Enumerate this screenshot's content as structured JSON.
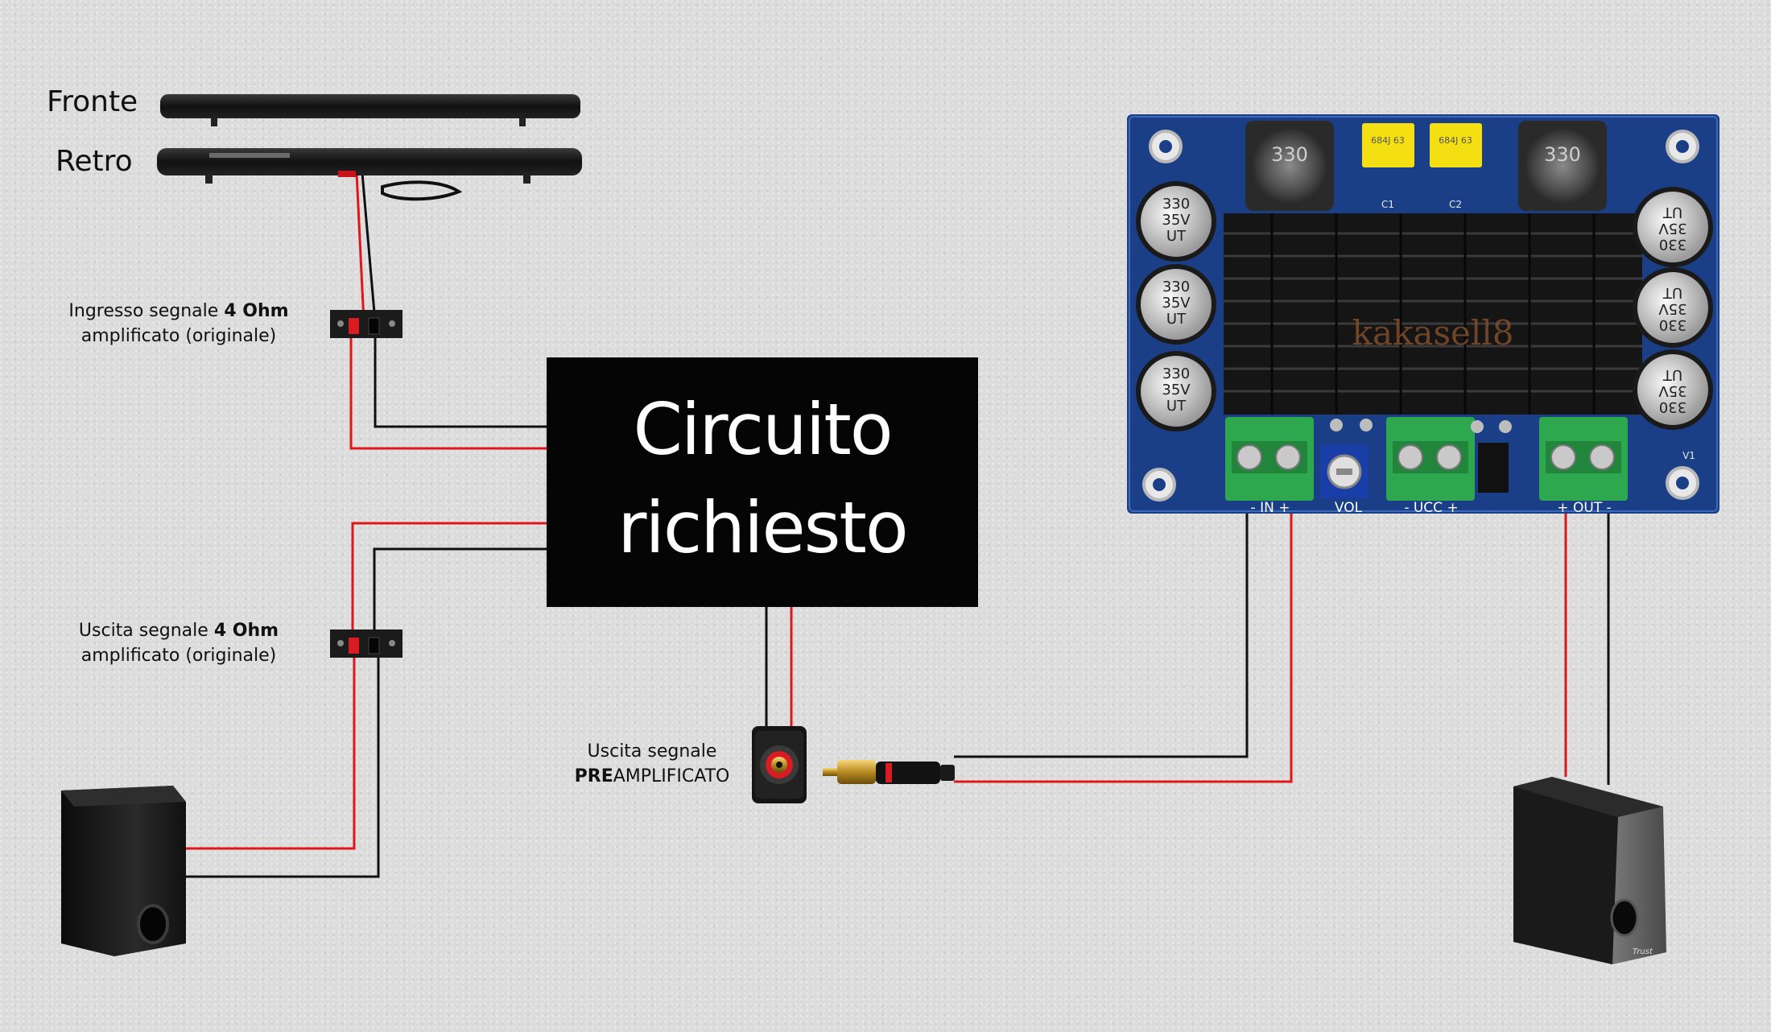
{
  "soundbar": {
    "front_label": "Fronte",
    "back_label": "Retro"
  },
  "input_terminal": {
    "line1_prefix": "Ingresso segnale ",
    "line1_bold": "4 Ohm",
    "line2": "amplificato (originale)"
  },
  "output_terminal": {
    "line1_prefix": "Uscita segnale ",
    "line1_bold": "4 Ohm",
    "line2": "amplificato (originale)"
  },
  "circuit_box": {
    "line1": "Circuito",
    "line2": "richiesto"
  },
  "rca_output": {
    "line1": "Uscita segnale",
    "line2_bold": "PRE",
    "line2_rest": "AMPLIFICATO"
  },
  "amplifier_board": {
    "brand": "kakasell8",
    "capacitor_text": [
      "330",
      "35V",
      "UT"
    ],
    "inductor_text": "330",
    "film_cap_text": "684J 63",
    "terminal_labels": [
      "- IN +",
      "VOL",
      "- UCC +",
      "+ OUT -"
    ],
    "silk_labels": [
      "C1",
      "C2",
      "V1"
    ]
  },
  "speaker_badge": "Trust",
  "colors": {
    "wire_red": "#e0161b",
    "wire_black": "#101010",
    "pcb_blue": "#1b3f86",
    "heatsink": "#1a1a1a",
    "terminal_green": "#2ea84f",
    "film_cap_yellow": "#f4df12",
    "box": "#050505"
  }
}
